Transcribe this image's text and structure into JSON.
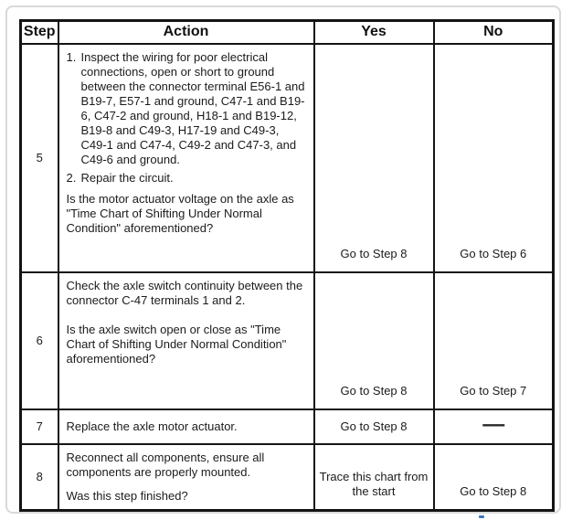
{
  "frame": {
    "border_color": "#d9d9d9",
    "background": "#fefefe"
  },
  "table": {
    "border_color": "#141414",
    "headers": {
      "step": "Step",
      "action": "Action",
      "yes": "Yes",
      "no": "No"
    },
    "rows": [
      {
        "step": "5",
        "items": [
          {
            "marker": "1.",
            "text": "Inspect the wiring for poor electrical connections, open or short to ground between the connector terminal E56-1 and B19-7, E57-1 and ground, C47-1 and B19-6, C47-2 and ground, H18-1 and B19-12, B19-8 and C49-3, H17-19 and C49-3, C49-1 and C47-4, C49-2 and C47-3, and C49-6 and ground."
          },
          {
            "marker": "2.",
            "text": "Repair the circuit."
          }
        ],
        "question": "Is the motor actuator voltage on the axle as \"Time Chart of Shifting Under Normal Condition\" aforementioned?",
        "yes": "Go to Step 8",
        "no": "Go to Step 6"
      },
      {
        "step": "6",
        "para1": "Check the axle switch continuity between the connector C-47 terminals 1 and 2.",
        "para2": "Is the axle switch open or close as \"Time Chart of Shifting Under Normal Condition\" aforementioned?",
        "yes": "Go to Step 8",
        "no": "Go to Step 7"
      },
      {
        "step": "7",
        "para1": "Replace the axle motor actuator.",
        "yes": "Go to Step 8",
        "no": "—"
      },
      {
        "step": "8",
        "para1": "Reconnect all components, ensure all components are properly mounted.",
        "para2": "Was this step finished?",
        "yes": "Trace this chart from the start",
        "no": "Go to Step 8"
      }
    ]
  }
}
